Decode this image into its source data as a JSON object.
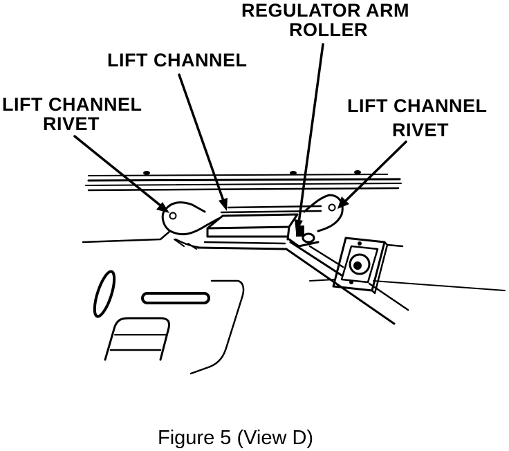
{
  "labels": {
    "regulator_arm_roller_line1": "REGULATOR ARM",
    "regulator_arm_roller_line2": "ROLLER",
    "lift_channel": "LIFT CHANNEL",
    "lift_channel_rivet_left_line1": "LIFT CHANNEL",
    "lift_channel_rivet_left_line2": "RIVET",
    "lift_channel_rivet_right_line1": "LIFT CHANNEL",
    "lift_channel_rivet_right_line2": "RIVET"
  },
  "caption": "Figure 5 (View D)"
}
